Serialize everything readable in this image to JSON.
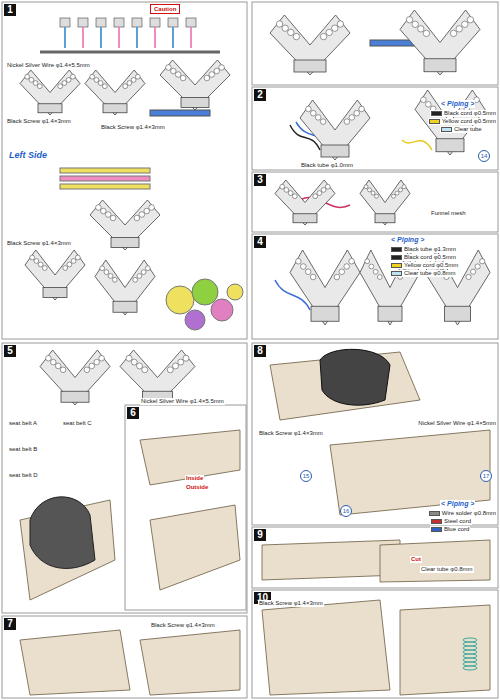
{
  "diagram": {
    "nodes": [
      {
        "text": [
          "1"
        ]
      },
      {
        "text": [
          "Caution"
        ]
      },
      {
        "text": [
          "2"
        ]
      },
      {
        "text": [
          "14"
        ]
      },
      {
        "text": [
          "3"
        ]
      },
      {
        "text": [
          "4"
        ]
      },
      {
        "text": [
          "5"
        ]
      },
      {
        "text": [
          "6"
        ]
      },
      {
        "text": [
          "7"
        ]
      },
      {
        "text": [
          "8"
        ]
      },
      {
        "text": [
          "15"
        ]
      },
      {
        "text": [
          "16"
        ]
      },
      {
        "text": [
          "17"
        ]
      },
      {
        "text": [
          "9"
        ]
      },
      {
        "text": [
          "10"
        ]
      }
    ],
    "labels": [
      "Nickel Silver Wire φ1.4×5.5mm",
      "Black Screw φ1.4×3mm",
      "Left Side",
      "Black Screw φ1.4×3mm",
      "Black Screw φ1.4×3mm",
      "< Piping >",
      "Black tube φ1.0mm",
      "Funnel mesh",
      "< Piping >",
      "Nickel Silver Wire φ1.4×5.5mm",
      "seat belt A",
      "seat belt C",
      "seat belt B",
      "seat belt D",
      "Inside",
      "Outside",
      "Black Screw φ1.4×3mm",
      "Nickel Silver Wire φ1.4×5mm",
      "Black Screw φ1.4×3mm",
      "< Piping >",
      "Cut",
      "Clear tube φ0.8mm",
      "Black Screw φ1.4×3mm"
    ],
    "legend": [
      {
        "text": "Black cord φ0.5mm",
        "color": "#222222"
      },
      {
        "text": "Yellow cord φ0.5mm",
        "color": "#f0d020"
      },
      {
        "text": "Clear tube",
        "color": "#bfe3f0"
      },
      {
        "text": "Black tube φ1.3mm",
        "color": "#222222"
      },
      {
        "text": "Black cord φ0.5mm",
        "color": "#222222"
      },
      {
        "text": "Yellow cord φ0.5mm",
        "color": "#f0d020"
      },
      {
        "text": "Clear tube φ0.8mm",
        "color": "#bfe3f0"
      },
      {
        "text": "Wire solder φ0.8mm",
        "color": "#8a8a8a"
      },
      {
        "text": "Steel cord",
        "color": "#c03030"
      },
      {
        "text": "Blue cord",
        "color": "#3060c0"
      }
    ]
  }
}
